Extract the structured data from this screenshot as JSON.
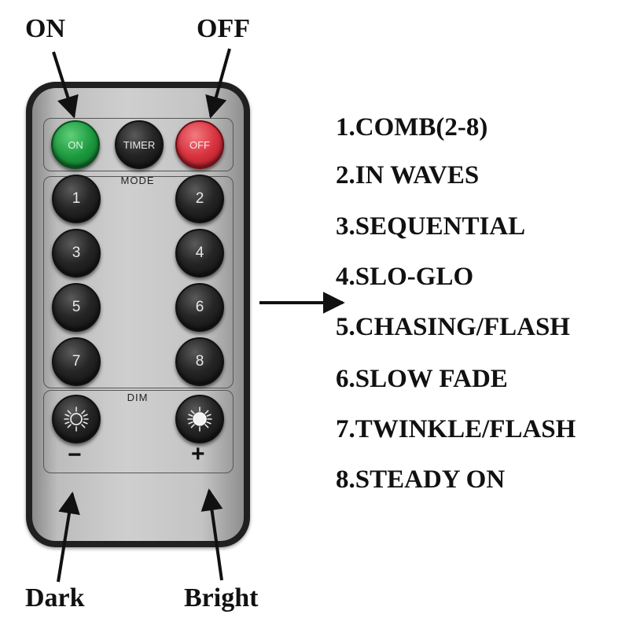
{
  "callouts": {
    "on": "ON",
    "off": "OFF",
    "dark": "Dark",
    "bright": "Bright"
  },
  "remote": {
    "top_buttons": {
      "on": "ON",
      "timer": "TIMER",
      "off": "OFF"
    },
    "mode_label": "MODE",
    "mode_buttons": [
      "1",
      "2",
      "3",
      "4",
      "5",
      "6",
      "7",
      "8"
    ],
    "dim_label": "DIM",
    "dim_minus": "−",
    "dim_plus": "+",
    "colors": {
      "on": "#1d9a3f",
      "off": "#d8323e",
      "button": "#1a1a1a",
      "body": "#202020",
      "face": "#c8c8c8"
    }
  },
  "modes": [
    "1.COMB(2-8)",
    "2.IN WAVES",
    "3.SEQUENTIAL",
    "4.SLO-GLO",
    "5.CHASING/FLASH",
    "6.SLOW FADE",
    "7.TWINKLE/FLASH",
    "8.STEADY ON"
  ],
  "icons": {
    "dim_down": "sun-dim-icon",
    "dim_up": "sun-bright-icon"
  }
}
